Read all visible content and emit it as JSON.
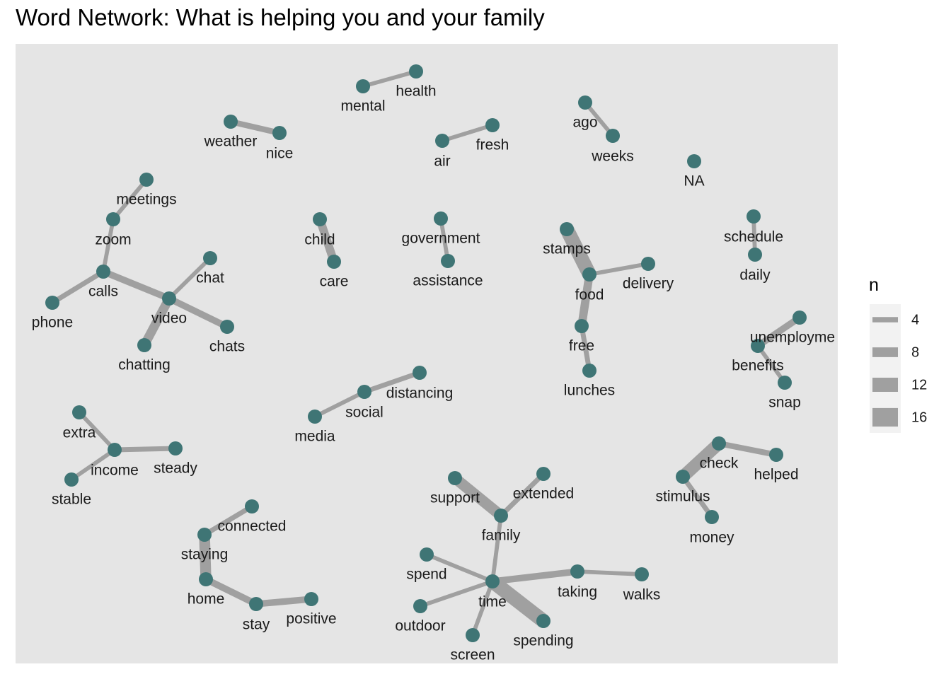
{
  "title": "Word Network: What is helping you and your family",
  "colors": {
    "panel": "#e5e5e5",
    "edge": "#a0a0a0",
    "node": "#3f7575",
    "legend_bg": "#f2f2f2"
  },
  "legend": {
    "title": "n",
    "items": [
      {
        "label": "4",
        "n": 4
      },
      {
        "label": "8",
        "n": 8
      },
      {
        "label": "12",
        "n": 12
      },
      {
        "label": "16",
        "n": 16
      }
    ]
  },
  "nodes": [
    {
      "id": "mental",
      "label": "mental"
    },
    {
      "id": "health",
      "label": "health"
    },
    {
      "id": "weather",
      "label": "weather"
    },
    {
      "id": "nice",
      "label": "nice"
    },
    {
      "id": "air",
      "label": "air"
    },
    {
      "id": "fresh",
      "label": "fresh"
    },
    {
      "id": "ago",
      "label": "ago"
    },
    {
      "id": "weeks",
      "label": "weeks"
    },
    {
      "id": "NA",
      "label": "NA"
    },
    {
      "id": "meetings",
      "label": "meetings"
    },
    {
      "id": "zoom",
      "label": "zoom"
    },
    {
      "id": "calls",
      "label": "calls"
    },
    {
      "id": "phone",
      "label": "phone"
    },
    {
      "id": "chat",
      "label": "chat"
    },
    {
      "id": "video",
      "label": "video"
    },
    {
      "id": "chatting",
      "label": "chatting"
    },
    {
      "id": "chats",
      "label": "chats"
    },
    {
      "id": "child",
      "label": "child"
    },
    {
      "id": "care",
      "label": "care"
    },
    {
      "id": "government",
      "label": "government"
    },
    {
      "id": "assistance",
      "label": "assistance"
    },
    {
      "id": "stamps",
      "label": "stamps"
    },
    {
      "id": "food",
      "label": "food"
    },
    {
      "id": "delivery",
      "label": "delivery"
    },
    {
      "id": "free",
      "label": "free"
    },
    {
      "id": "lunches",
      "label": "lunches"
    },
    {
      "id": "schedule",
      "label": "schedule"
    },
    {
      "id": "daily",
      "label": "daily"
    },
    {
      "id": "unemployment",
      "label": "unemployme"
    },
    {
      "id": "benefits",
      "label": "benefits"
    },
    {
      "id": "snap",
      "label": "snap"
    },
    {
      "id": "distancing",
      "label": "distancing"
    },
    {
      "id": "social",
      "label": "social"
    },
    {
      "id": "media",
      "label": "media"
    },
    {
      "id": "extra",
      "label": "extra"
    },
    {
      "id": "income",
      "label": "income"
    },
    {
      "id": "steady",
      "label": "steady"
    },
    {
      "id": "stable",
      "label": "stable"
    },
    {
      "id": "check",
      "label": "check"
    },
    {
      "id": "helped",
      "label": "helped"
    },
    {
      "id": "stimulus",
      "label": "stimulus"
    },
    {
      "id": "money",
      "label": "money"
    },
    {
      "id": "support",
      "label": "support"
    },
    {
      "id": "extended",
      "label": "extended"
    },
    {
      "id": "family",
      "label": "family"
    },
    {
      "id": "connected",
      "label": "connected"
    },
    {
      "id": "staying",
      "label": "staying"
    },
    {
      "id": "home",
      "label": "home"
    },
    {
      "id": "stay",
      "label": "stay"
    },
    {
      "id": "positive",
      "label": "positive"
    },
    {
      "id": "spend",
      "label": "spend"
    },
    {
      "id": "time",
      "label": "time"
    },
    {
      "id": "taking",
      "label": "taking"
    },
    {
      "id": "walks",
      "label": "walks"
    },
    {
      "id": "outdoor",
      "label": "outdoor"
    },
    {
      "id": "screen",
      "label": "screen"
    },
    {
      "id": "spending",
      "label": "spending"
    }
  ],
  "edges": [
    {
      "from": "mental",
      "to": "health",
      "n": 4
    },
    {
      "from": "weather",
      "to": "nice",
      "n": 6
    },
    {
      "from": "air",
      "to": "fresh",
      "n": 4
    },
    {
      "from": "ago",
      "to": "weeks",
      "n": 4
    },
    {
      "from": "meetings",
      "to": "zoom",
      "n": 4
    },
    {
      "from": "zoom",
      "to": "calls",
      "n": 4
    },
    {
      "from": "calls",
      "to": "phone",
      "n": 5
    },
    {
      "from": "calls",
      "to": "video",
      "n": 7
    },
    {
      "from": "chat",
      "to": "video",
      "n": 4
    },
    {
      "from": "video",
      "to": "chatting",
      "n": 10
    },
    {
      "from": "video",
      "to": "chats",
      "n": 7
    },
    {
      "from": "child",
      "to": "care",
      "n": 9
    },
    {
      "from": "government",
      "to": "assistance",
      "n": 4
    },
    {
      "from": "stamps",
      "to": "food",
      "n": 16
    },
    {
      "from": "food",
      "to": "delivery",
      "n": 4
    },
    {
      "from": "free",
      "to": "food",
      "n": 9
    },
    {
      "from": "free",
      "to": "lunches",
      "n": 5
    },
    {
      "from": "schedule",
      "to": "daily",
      "n": 4
    },
    {
      "from": "unemployment",
      "to": "benefits",
      "n": 7
    },
    {
      "from": "benefits",
      "to": "snap",
      "n": 4
    },
    {
      "from": "social",
      "to": "distancing",
      "n": 5
    },
    {
      "from": "social",
      "to": "media",
      "n": 4
    },
    {
      "from": "extra",
      "to": "income",
      "n": 4
    },
    {
      "from": "income",
      "to": "steady",
      "n": 5
    },
    {
      "from": "income",
      "to": "stable",
      "n": 4
    },
    {
      "from": "check",
      "to": "helped",
      "n": 6
    },
    {
      "from": "stimulus",
      "to": "check",
      "n": 14
    },
    {
      "from": "stimulus",
      "to": "money",
      "n": 5
    },
    {
      "from": "support",
      "to": "family",
      "n": 12
    },
    {
      "from": "extended",
      "to": "family",
      "n": 5
    },
    {
      "from": "family",
      "to": "time",
      "n": 4
    },
    {
      "from": "staying",
      "to": "connected",
      "n": 5
    },
    {
      "from": "staying",
      "to": "home",
      "n": 12
    },
    {
      "from": "home",
      "to": "stay",
      "n": 7
    },
    {
      "from": "stay",
      "to": "positive",
      "n": 7
    },
    {
      "from": "spend",
      "to": "time",
      "n": 4
    },
    {
      "from": "time",
      "to": "taking",
      "n": 7
    },
    {
      "from": "taking",
      "to": "walks",
      "n": 4
    },
    {
      "from": "outdoor",
      "to": "time",
      "n": 4
    },
    {
      "from": "screen",
      "to": "time",
      "n": 4
    },
    {
      "from": "spending",
      "to": "time",
      "n": 16
    }
  ]
}
